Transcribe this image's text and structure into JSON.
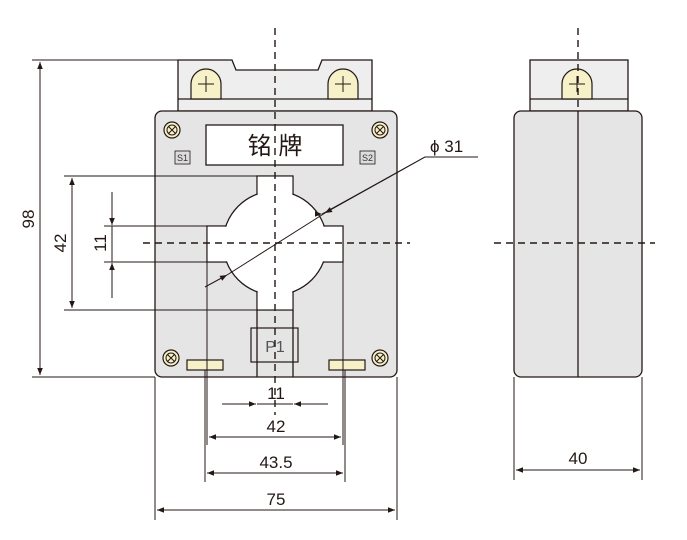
{
  "nameplate": "铭 牌",
  "labels": {
    "s1": "S1",
    "s2": "S2",
    "p1": "P1"
  },
  "dimensions": {
    "height": "98",
    "window_height": "42",
    "slot_height": "11",
    "slot_width": "11",
    "window_width": "42",
    "mount_spacing": "43.5",
    "width": "75",
    "depth": "40",
    "diameter": "ϕ 31"
  },
  "colors": {
    "body": "#e5e5e6",
    "terminal": "#f6f1c8",
    "line": "#231815"
  }
}
